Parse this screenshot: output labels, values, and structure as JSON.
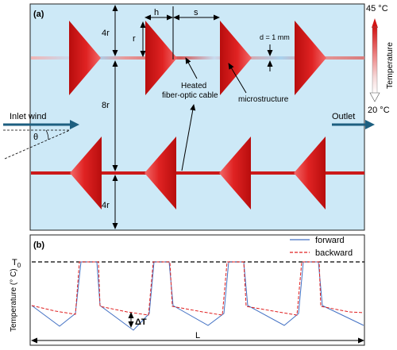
{
  "panel_a": {
    "label": "(a)",
    "dims": {
      "h": "h",
      "s": "s",
      "r": "r",
      "r4_top": "4r",
      "r8": "8r",
      "r4_bottom": "4r",
      "d": "d = 1 mm"
    },
    "labels": {
      "heated_cable_line1": "Heated",
      "heated_cable_line2": "fiber-optic cable",
      "microstructure": "microstructure",
      "inlet": "Inlet wind",
      "outlet": "Outlet",
      "theta": "θ"
    },
    "colorbar": {
      "max": "45 °C",
      "min": "20 °C",
      "title": "Temperature",
      "top_color": "#d21414",
      "bottom_color": "#ffffff"
    },
    "colors": {
      "background": "#cde9f7",
      "arrow": "#1d5f80",
      "hot": "#cc1a1a"
    }
  },
  "panel_b": {
    "label": "(b)",
    "ylabel": "Temperature (° C)",
    "t0": "T",
    "t0_sub": "0",
    "delta": "ΔT",
    "length": "L",
    "legend": {
      "forward": "forward",
      "backward": "backward"
    },
    "colors": {
      "forward": "#4472c4",
      "backward": "#e02020"
    }
  }
}
